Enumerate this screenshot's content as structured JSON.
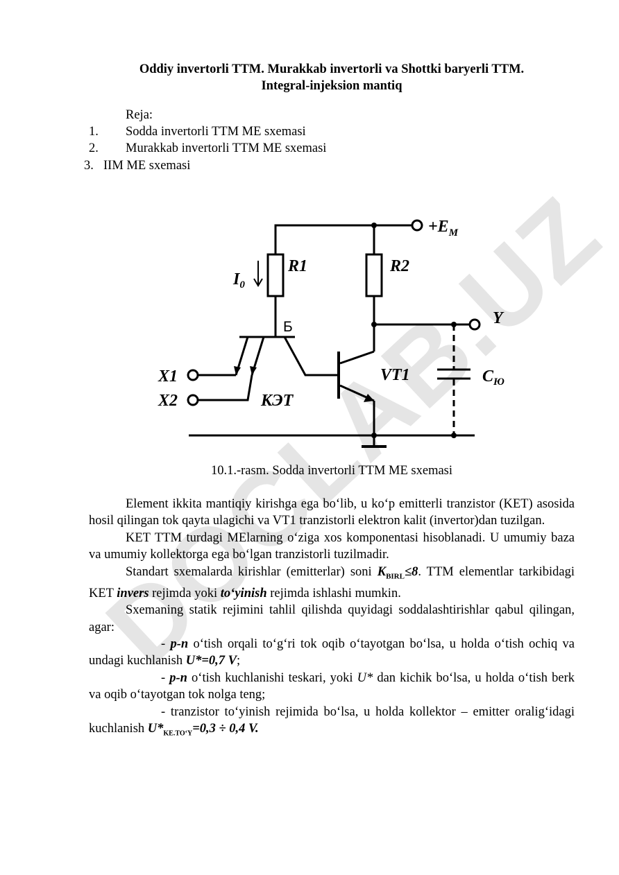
{
  "title": {
    "line1": "Oddiy invertorli TTM. Murakkab invertorli va Shottki baryerli TTM.",
    "line2": "Integral-injeksion mantiq"
  },
  "plan": {
    "heading": "Reja:",
    "items": [
      {
        "num": "1.",
        "text": "Sodda invertorli TTM ME sxemasi"
      },
      {
        "num": "2.",
        "text": "Murakkab invertorli TTM ME sxemasi"
      },
      {
        "num": "3.",
        "text": "IIM ME sxemasi"
      }
    ]
  },
  "figure": {
    "labels": {
      "supply": "+E",
      "supply_sub": "M",
      "current": "I",
      "current_sub": "0",
      "r1": "R1",
      "r2": "R2",
      "base": "Б",
      "output": "Y",
      "transistor": "VT1",
      "capacitor": "C",
      "capacitor_sub": "Ю",
      "input1": "X1",
      "input2": "X2",
      "ket": "КЭТ"
    },
    "caption": "10.1.-rasm. Sodda invertorli TTM ME sxemasi"
  },
  "body": {
    "p1": "Element ikkita mantiqiy kirishga ega bo‘lib, u ko‘p emitterli tranzistor (KET) asosida hosil qilingan tok qayta ulagichi va VT1 tranzistorli elektron kalit (invertor)dan tuzilgan.",
    "p2": "KET TTM turdagi MElarning o‘ziga xos komponentasi hisoblanadi. U umumiy baza va umumiy kollektorga ega bo‘lgan tranzistorli tuzilmadir.",
    "p3_a": "Standart sxemalarda kirishlar (emitterlar) soni ",
    "p3_k": "K",
    "p3_ksub": "BIRL",
    "p3_kval": "≤8",
    "p3_b": ". TTM  elementlar tarkibidagi KET ",
    "p3_invers": "invers",
    "p3_c": " rejimda yoki ",
    "p3_toyinish": "to‘yinish",
    "p3_d": " rejimda ishlashi mumkin.",
    "p4": "Sxemaning statik rejimini tahlil qilishda quyidagi soddalashtirishlar qabul qilingan, agar:",
    "b1_a": "- ",
    "b1_pn": "p-n",
    "b1_b": " o‘tish orqali to‘g‘ri tok oqib o‘tayotgan bo‘lsa, u holda o‘tish ochiq va undagi kuchlanish ",
    "b1_u": "U*=0,7 V",
    "b1_c": ";",
    "b2_a": "- ",
    "b2_pn": "p-n",
    "b2_b": " o‘tish kuchlanishi teskari, yoki  ",
    "b2_u": "U*",
    "b2_c": " dan kichik bo‘lsa, u holda o‘tish berk va oqib o‘tayotgan tok nolga teng;",
    "b3_a": "- tranzistor to‘yinish rejimida bo‘lsa, u holda kollektor – emitter oralig‘idagi kuchlanish ",
    "b3_u": "U*",
    "b3_usub": "KE.TO‘Y",
    "b3_val": "=0,3 ÷ 0,4 V."
  },
  "watermark": "DOCLAB.UZ"
}
